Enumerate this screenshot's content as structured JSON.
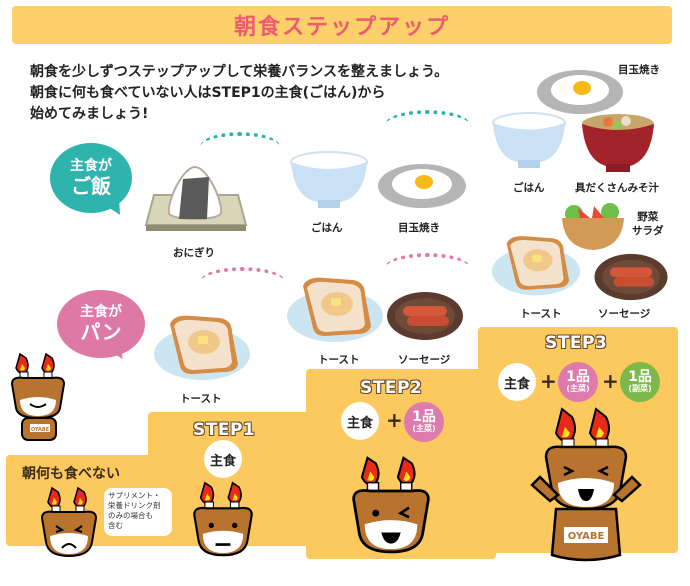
{
  "title": "朝食ステップアップ",
  "intro": {
    "line1": "朝食を少しずつステップアップして栄養バランスを整えましょう。",
    "line2": "朝食に何も食べていない人はSTEP1の主食(ごはん)から",
    "line3": "始めてみましょう!"
  },
  "rice_path": {
    "bubble": {
      "line1": "主食が",
      "line2": "ご飯",
      "color": "#2fb3ad"
    },
    "step1_item": "おにぎり",
    "step2_items": [
      "ごはん",
      "目玉焼き"
    ],
    "step3_items": [
      "目玉焼き",
      "ごはん",
      "具だくさんみそ汁"
    ]
  },
  "bread_path": {
    "bubble": {
      "line1": "主食が",
      "line2": "パン",
      "color": "#de78a6"
    },
    "step1_item": "トースト",
    "step2_items": [
      "トースト",
      "ソーセージ"
    ],
    "step3_items": [
      "野菜\nサラダ",
      "トースト",
      "ソーセージ"
    ],
    "step3_salad_line1": "野菜",
    "step3_salad_line2": "サラダ"
  },
  "steps": {
    "step0": {
      "label": "朝何も食べない",
      "note_lines": [
        "サプリメント・",
        "栄養ドリンク剤",
        "のみの場合も",
        "含む"
      ]
    },
    "step1": {
      "title": "STEP1",
      "formula": [
        "主食"
      ]
    },
    "step2": {
      "title": "STEP2",
      "main": "主食",
      "plus": "+",
      "dish_count": "1品",
      "dish_type": "(主菜)"
    },
    "step3": {
      "title": "STEP3",
      "main": "主食",
      "plus": "+",
      "dish1_count": "1品",
      "dish1_type": "(主菜)",
      "dish2_count": "1品",
      "dish2_type": "(副菜)"
    }
  },
  "mascot_text": "OYABE",
  "colors": {
    "title_bg": "#fdd06b",
    "title_text": "#ec5b6e",
    "step_bg": "#fcc95e",
    "teal": "#2fb3ad",
    "pink": "#de78a6",
    "green": "#7cb94a"
  }
}
